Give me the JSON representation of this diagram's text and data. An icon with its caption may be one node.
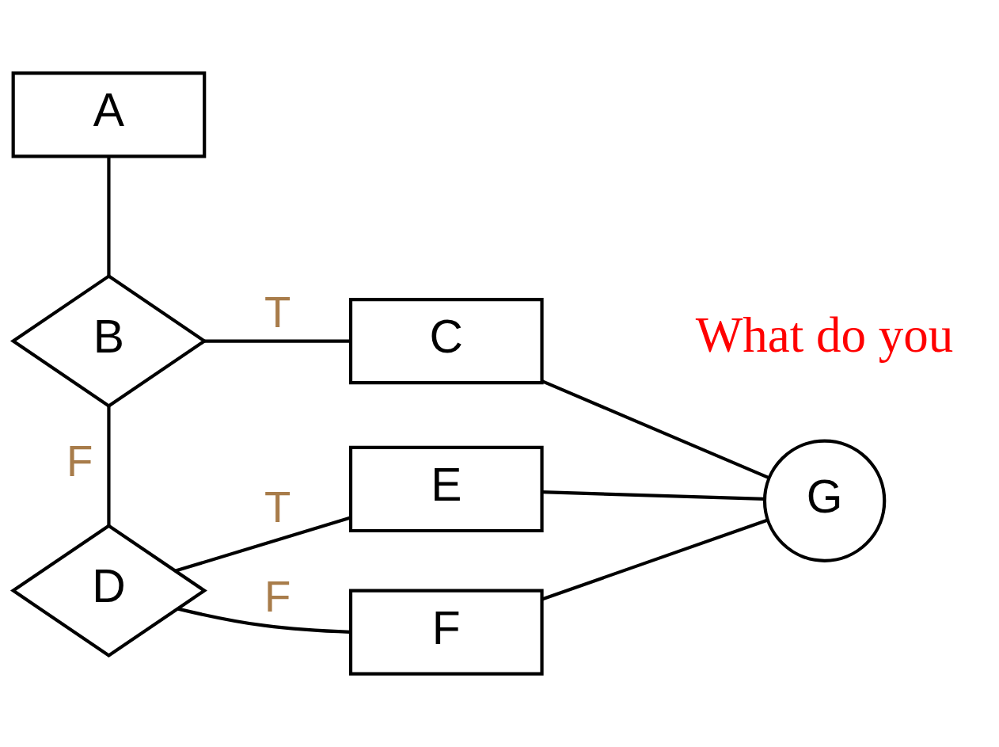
{
  "diagram": {
    "nodes": [
      {
        "text": [
          "A"
        ]
      },
      {
        "text": [
          "B"
        ]
      },
      {
        "text": [
          "C"
        ]
      },
      {
        "text": [
          "D"
        ]
      },
      {
        "text": [
          "E"
        ]
      },
      {
        "text": [
          "F"
        ]
      },
      {
        "text": [
          "G"
        ]
      }
    ],
    "edges": [
      {
        "from": 0,
        "to": 1,
        "arrow": "none"
      },
      {
        "from": 1,
        "to": 2,
        "arrow": "none",
        "label": "T"
      },
      {
        "from": 1,
        "to": 3,
        "arrow": "none",
        "label": "F"
      },
      {
        "from": 3,
        "to": 4,
        "arrow": "none",
        "label": "T"
      },
      {
        "from": 3,
        "to": 5,
        "arrow": "none",
        "label": "F"
      },
      {
        "from": 2,
        "to": 6,
        "arrow": "none"
      },
      {
        "from": 4,
        "to": 6,
        "arrow": "none"
      },
      {
        "from": 5,
        "to": 6,
        "arrow": "none"
      }
    ],
    "labels": [
      "What do you"
    ]
  }
}
